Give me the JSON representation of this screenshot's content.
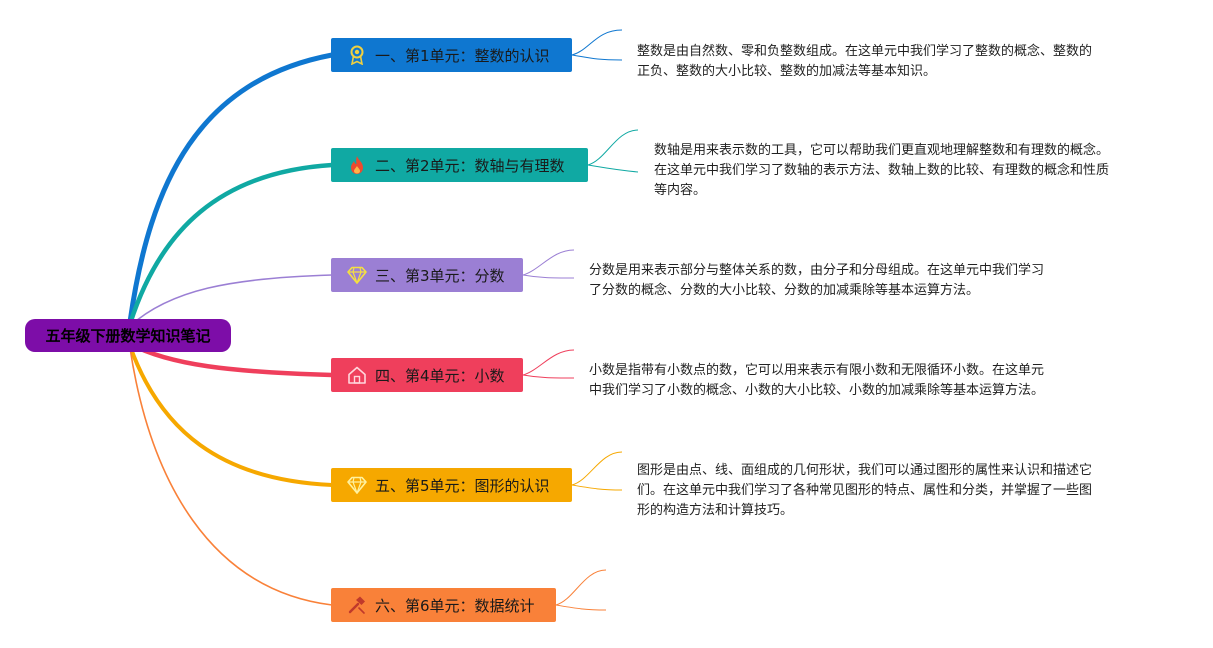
{
  "root": {
    "label": "五年级下册数学知识笔记",
    "color": "#7d0da8"
  },
  "units": [
    {
      "label": "一、第1单元：整数的认识",
      "icon": "award-medal-icon",
      "color": "#0f77d0",
      "note_lines": [
        "整数是由自然数、零和负整数组成。在这单元中我们学习了整数的概念、整数的",
        "正负、整数的大小比较、整数的加减法等基本知识。"
      ]
    },
    {
      "label": "二、第2单元：数轴与有理数",
      "icon": "fire-icon",
      "color": "#10a9a3",
      "note_lines": [
        "数轴是用来表示数的工具，它可以帮助我们更直观地理解整数和有理数的概念。",
        "在这单元中我们学习了数轴的表示方法、数轴上数的比较、有理数的概念和性质",
        "等内容。"
      ]
    },
    {
      "label": "三、第3单元：分数",
      "icon": "diamond-icon",
      "color": "#9b7fd4",
      "note_lines": [
        "分数是用来表示部分与整体关系的数，由分子和分母组成。在这单元中我们学习",
        "了分数的概念、分数的大小比较、分数的加减乘除等基本运算方法。"
      ]
    },
    {
      "label": "四、第4单元：小数",
      "icon": "house-icon",
      "color": "#ef3f5c",
      "note_lines": [
        "小数是指带有小数点的数，它可以用来表示有限小数和无限循环小数。在这单元",
        "中我们学习了小数的概念、小数的大小比较、小数的加减乘除等基本运算方法。"
      ]
    },
    {
      "label": "五、第5单元：图形的认识",
      "icon": "diamond-icon",
      "color": "#f6a800",
      "note_lines": [
        "图形是由点、线、面组成的几何形状，我们可以通过图形的属性来认识和描述它",
        "们。在这单元中我们学习了各种常见图形的特点、属性和分类，并掌握了一些图",
        "形的构造方法和计算技巧。"
      ]
    },
    {
      "label": "六、第6单元：数据统计",
      "icon": "hammer-icon",
      "color": "#f98139",
      "note_lines": []
    }
  ]
}
